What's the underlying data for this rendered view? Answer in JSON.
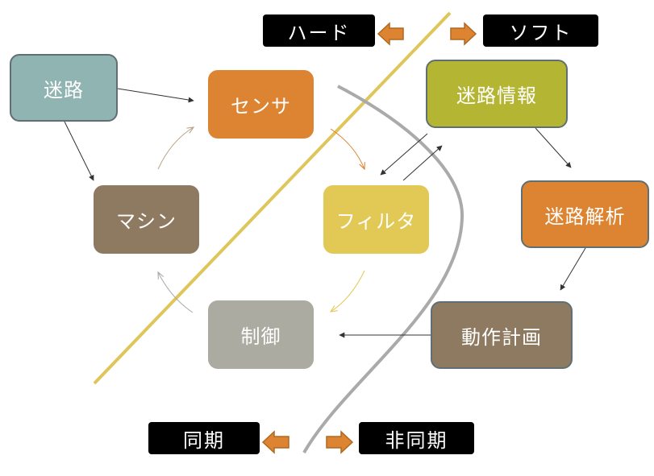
{
  "nodes": {
    "maze": "迷路",
    "sensor": "センサ",
    "machine": "マシン",
    "filter": "フィルタ",
    "control": "制御",
    "maze_info": "迷路情報",
    "maze_analysis": "迷路解析",
    "motion_plan": "動作計画"
  },
  "labels": {
    "hard": "ハード",
    "soft": "ソフト",
    "sync": "同期",
    "async": "非同期"
  },
  "colors": {
    "maze": "#8fb4b2",
    "sensor": "#dc8431",
    "machine": "#8d7a61",
    "filter": "#e2c955",
    "control": "#acaba2",
    "maze_info": "#b5b534",
    "maze_analysis": "#dc8431",
    "motion_plan": "#8d7a61",
    "hw_sw_divider": "#dfc65a",
    "sync_divider": "#aaaaaa",
    "arrow_fill": "#dc8431",
    "arrow_stroke": "#b06820"
  }
}
